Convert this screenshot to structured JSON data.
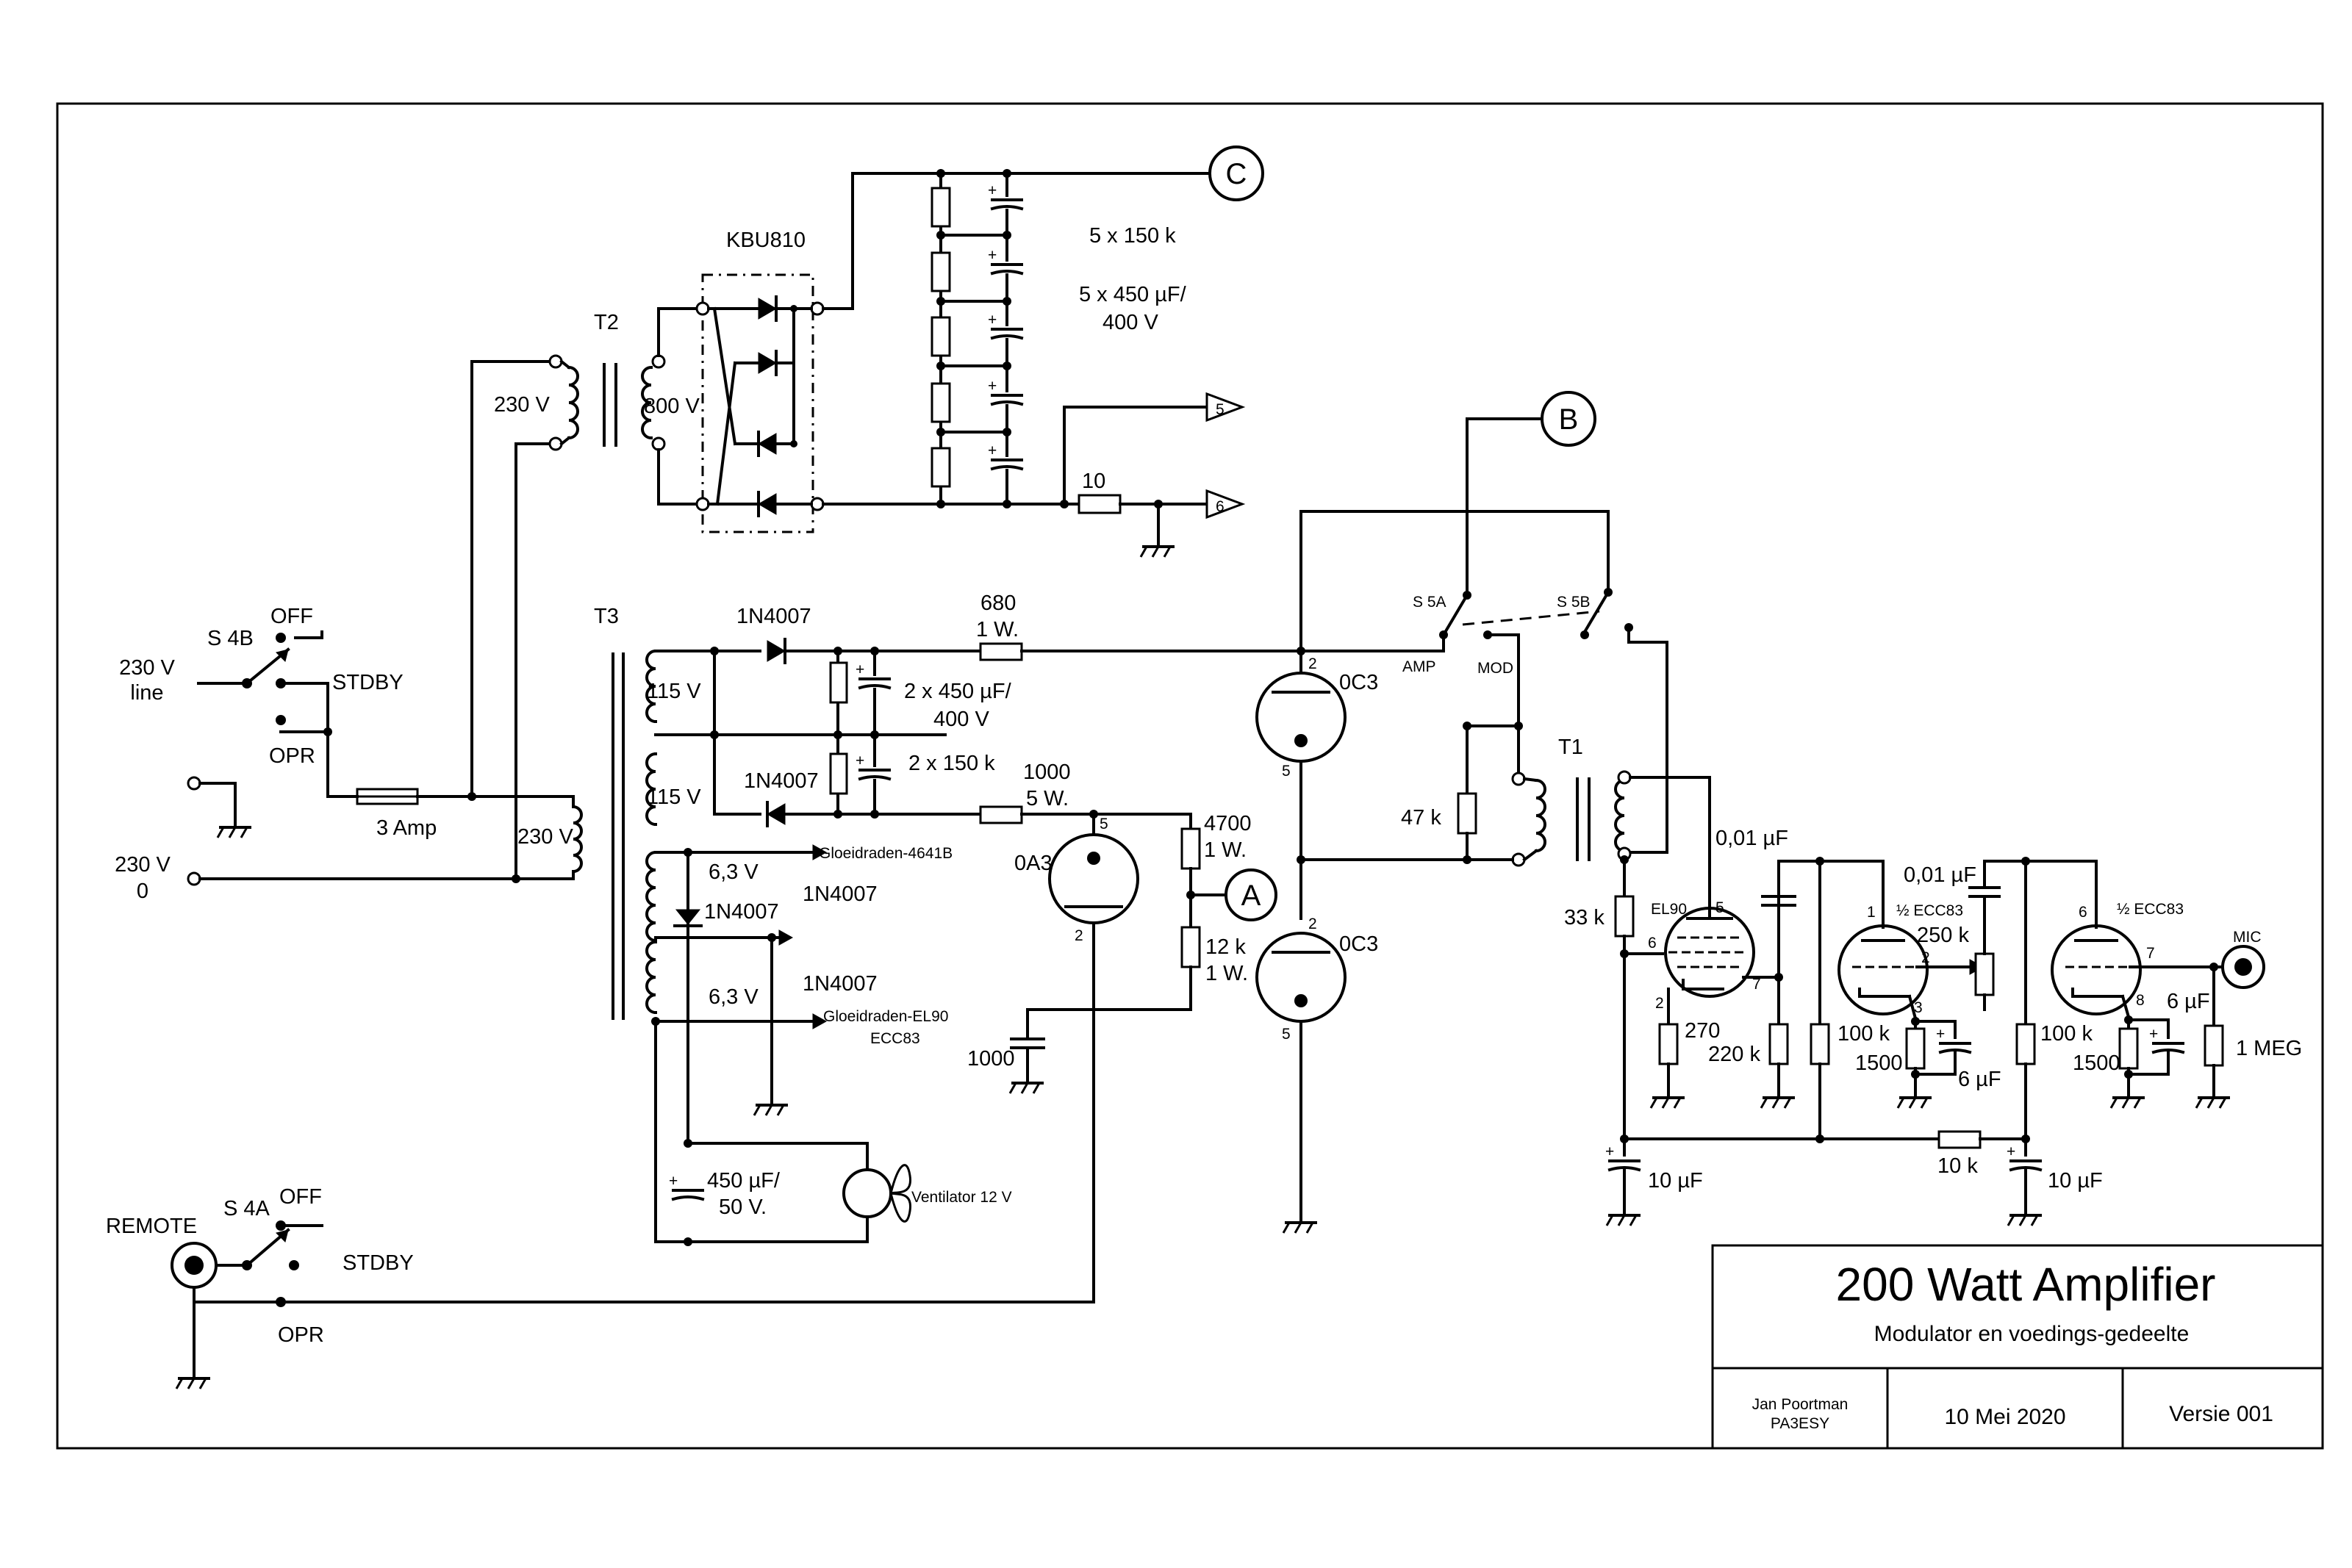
{
  "title_block": {
    "title": "200 Watt Amplifier",
    "subtitle": "Modulator en voedings-gedeelte",
    "author_name": "Jan Poortman",
    "author_call": "PA3ESY",
    "date": "10 Mei 2020",
    "version": "Versie 001"
  },
  "connectors": {
    "c": "C",
    "b": "B",
    "a": "A",
    "out5": "5",
    "out6": "6"
  },
  "mains": {
    "switch_s4b": "S 4B",
    "off": "OFF",
    "stdby": "STDBY",
    "opr": "OPR",
    "line_label_1": "230 V",
    "line_label_2": "line",
    "zero_label_1": "230 V",
    "zero_label_2": "0",
    "fuse": "3 Amp"
  },
  "remote": {
    "jack": "REMOTE",
    "switch_s4a": "S 4A",
    "off": "OFF",
    "stdby": "STDBY",
    "opr": "OPR"
  },
  "t2": {
    "name": "T2",
    "primary": "230 V",
    "secondary": "800 V",
    "bridge": "KBU810"
  },
  "filter": {
    "resistors": "5 x 150 k",
    "caps_1": "5 x 450 µF/",
    "caps_2": "400 V",
    "r10": "10"
  },
  "t3": {
    "name": "T3",
    "w115a": "115 V",
    "w115b": "115 V",
    "w230": "230 V",
    "w63a": "6,3 V",
    "w63b": "6,3 V",
    "d1": "1N4007",
    "d2": "1N4007",
    "d3": "1N4007",
    "d4": "1N4007",
    "d5": "1N4007",
    "r680_1": "680",
    "r680_2": "1 W.",
    "c2x450_1": "2 x 450 µF/",
    "c2x450_2": "400 V",
    "r2x150": "2 x 150 k",
    "r1000_1": "1000",
    "r1000_2": "5 W.",
    "heater_1": "Gloeidraden-4641B",
    "heater_2": "Gloeidraden-EL90",
    "heater_3": "ECC83",
    "cap450_1": "450 µF/",
    "cap450_2": "50 V.",
    "fan": "Ventilator 12 V"
  },
  "regulator": {
    "oa3": "0A3",
    "oa3_pin5": "5",
    "oa3_pin2": "2",
    "r4700_1": "4700",
    "r4700_2": "1 W.",
    "r12k_1": "12 k",
    "r12k_2": "1 W.",
    "c1000": "1000",
    "oc3_top": "0C3",
    "oc3_bot": "0C3",
    "pin2a": "2",
    "pin5a": "5",
    "pin2b": "2",
    "pin5b": "5"
  },
  "modulator": {
    "s5a": "S 5A",
    "s5b": "S 5B",
    "amp": "AMP",
    "mod": "MOD",
    "t1": "T1",
    "r47k": "47 k",
    "r33k": "33 k",
    "el90": "EL90",
    "el90_p5": "5",
    "el90_p6": "6",
    "el90_p2": "2",
    "el90_p7": "7",
    "r270": "270",
    "r220k": "220 k",
    "c001a": "0,01 µF",
    "c001b": "0,01 µF",
    "ecc83a": "½ ECC83",
    "ecc83b": "½ ECC83",
    "p1": "1",
    "p2": "2",
    "p3": "3",
    "p6": "6",
    "p7": "7",
    "p8": "8",
    "pot": "250 k",
    "r100ka": "100 k",
    "r100kb": "100 k",
    "r1500a": "1500",
    "r1500b": "1500",
    "c6ua": "6 µF",
    "c6ub": "6 µF",
    "r10k": "10 k",
    "c10ua": "10 µF",
    "c10ub": "10 µF",
    "mic": "MIC",
    "r1meg": "1 MEG"
  }
}
